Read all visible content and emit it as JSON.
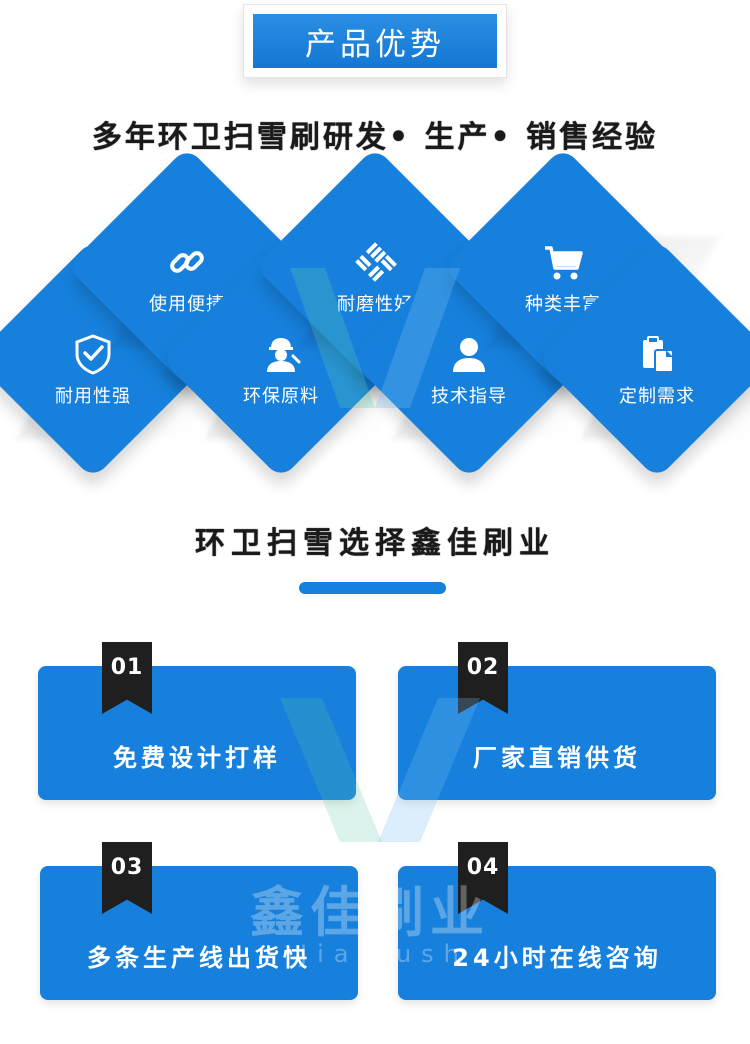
{
  "header": {
    "title": "产品优势"
  },
  "headline": "多年环卫扫雪刷研发• 生产• 销售经验",
  "features": [
    {
      "label": "耐用性强",
      "icon": "shield-check-icon"
    },
    {
      "label": "使用便捷",
      "icon": "link-icon"
    },
    {
      "label": "环保原料",
      "icon": "worker-icon"
    },
    {
      "label": "耐磨性好",
      "icon": "bristle-pattern-icon"
    },
    {
      "label": "技术指导",
      "icon": "user-icon"
    },
    {
      "label": "种类丰富",
      "icon": "cart-icon"
    },
    {
      "label": "定制需求",
      "icon": "clipboard-icon"
    }
  ],
  "subheadline": "环卫扫雪选择鑫佳刷业",
  "services": [
    {
      "num": "01",
      "label": "免费设计打样"
    },
    {
      "num": "02",
      "label": "厂家直销供货"
    },
    {
      "num": "03",
      "label": "多条生产线出货快"
    },
    {
      "num": "04",
      "label": "24小时在线咨询"
    }
  ],
  "watermark": {
    "brand": "鑫佳刷业",
    "brand_sub": "Jia rush"
  },
  "colors": {
    "primary": "#1680dc",
    "ribbon": "#1f1f1f",
    "text": "#1a1a1a"
  }
}
